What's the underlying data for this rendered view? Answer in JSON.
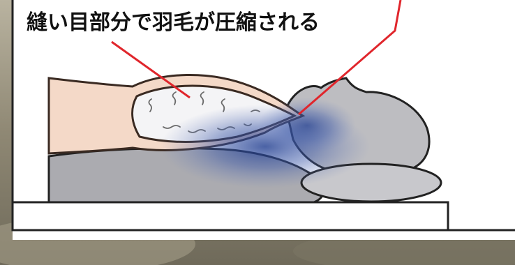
{
  "caption": "縫い目部分で羽毛が圧縮される",
  "colors": {
    "annotation_line": "#e0262c",
    "pressure_highlight": "#2b4aa0",
    "pillow_fill": "#f4d9c8",
    "pillow_outline": "#3a2a22",
    "down_fill": "#f4f4f6",
    "head_fill": "#b9b9bd",
    "body_fill": "#a9a9ae",
    "mattress_fill": "#ffffff",
    "panel_fill": "#ffffff"
  },
  "icons": [
    "pillow-illustration",
    "down-feathers",
    "head-silhouette",
    "hand-silhouette",
    "mattress"
  ]
}
